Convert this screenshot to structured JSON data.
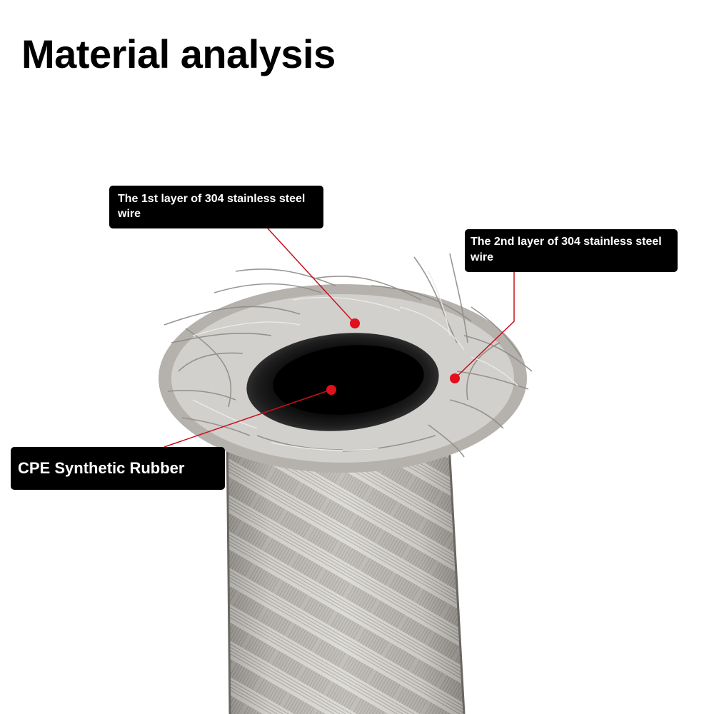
{
  "title": "Material analysis",
  "callouts": {
    "first_layer": "The 1st layer of 304 stainless steel wire",
    "second_layer": "The 2nd layer of 304 stainless steel wire",
    "rubber": "CPE Synthetic Rubber"
  },
  "colors": {
    "marker": "#e0101c",
    "leader_line": "#c8101c",
    "label_bg": "#000000",
    "label_text": "#ffffff",
    "steel": "#b9b6b1"
  }
}
